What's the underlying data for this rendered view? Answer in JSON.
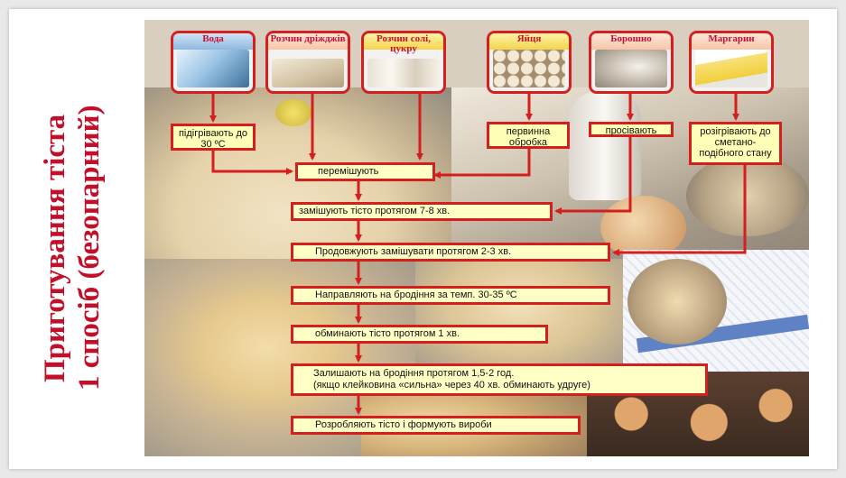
{
  "title": {
    "line1": "Приготування тіста",
    "line2": "1 спосіб (безопарний)"
  },
  "ingredients": [
    {
      "id": "water",
      "label": "Вода"
    },
    {
      "id": "yeast",
      "label": "Розчин дріжджів"
    },
    {
      "id": "salt",
      "label": "Розчин солі, цукру"
    },
    {
      "id": "eggs",
      "label": "Яйця"
    },
    {
      "id": "flour",
      "label": "Борошно"
    },
    {
      "id": "margarine",
      "label": "Маргарин"
    }
  ],
  "treatments": {
    "water": "підігрівають до 30 ºС",
    "eggs": "первинна обробка",
    "flour": "просівають",
    "margarine": "розігрівають до сметано-подібного стану"
  },
  "steps": [
    "перемішують",
    "замішують тісто протягом 7-8 хв.",
    "Продовжують замішувати протягом 2-3 хв.",
    "Направляють на бродіння за темп. 30-35 ºС",
    "обминають тісто протягом 1 хв.",
    "Залишають на бродіння протягом 1,5-2 год.",
    "Розробляють тісто і формують вироби"
  ],
  "step_extra": "(якщо клейковина «сильна» через 40 хв. обминають удруге)",
  "colors": {
    "accent": "#d41f1f",
    "title": "#c0102a",
    "box_fill": "#ffffc6"
  }
}
